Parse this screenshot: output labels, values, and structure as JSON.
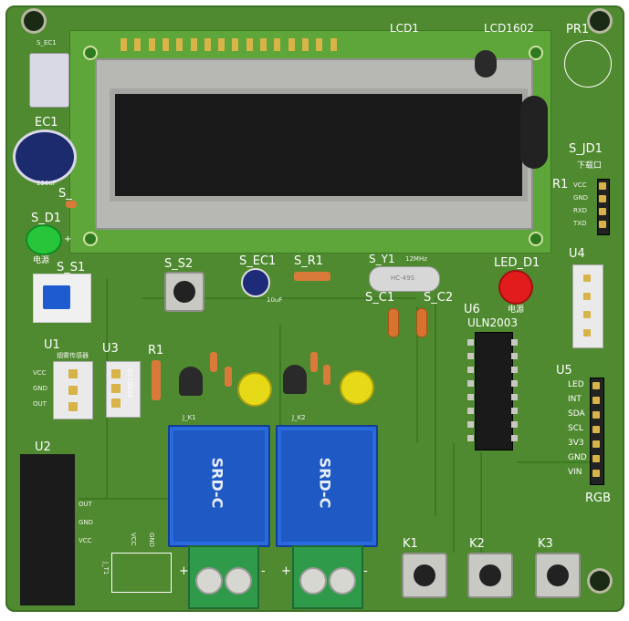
{
  "board": {
    "lcd": {
      "ref": "LCD1",
      "model": "LCD1602"
    },
    "pr1": "PR1",
    "s_ec1_top": "S_EC1",
    "ec1": {
      "ref": "EC1",
      "value": "220uF"
    },
    "s_r_small": "S_",
    "s_d1": "S_D1",
    "s_d1_note": "电源",
    "s_s1": "S_S1",
    "s_s2": "S_S2",
    "s_ec1": {
      "ref": "S_EC1",
      "value": "10uF"
    },
    "s_r1": "S_R1",
    "s_y1": {
      "ref": "S_Y1",
      "value": "12MHz",
      "marking": "HC-49S"
    },
    "s_c1": "S_C1",
    "s_c2": "S_C2",
    "led_d1": {
      "ref": "LED_D1",
      "note": "电源"
    },
    "s_jd1": {
      "ref": "S_JD1",
      "subtitle": "下载口",
      "pins": [
        "VCC",
        "GND",
        "RXD",
        "TXD"
      ]
    },
    "r1_top": "R1",
    "u4": "U4",
    "u6": {
      "ref": "U6",
      "model": "ULN2003"
    },
    "u1": {
      "ref": "U1",
      "subtitle": "烟雾传感器",
      "pins": [
        "VCC",
        "GND",
        "OUT"
      ]
    },
    "u3": {
      "ref": "U3",
      "marking": "DS18B20"
    },
    "r1_mid": "R1",
    "u5": {
      "ref": "U5",
      "pins": [
        "LED",
        "INT",
        "SDA",
        "SCL",
        "3V3",
        "GND",
        "VIN"
      ],
      "footer": "RGB"
    },
    "u2": "U2",
    "u2_pins": [
      "OUT",
      "GND",
      "VCC"
    ],
    "relays": [
      {
        "ref": "J_K1",
        "model": "SRD-C"
      },
      {
        "ref": "J_K2",
        "model": "SRD-C"
      }
    ],
    "relay_terminal_signs": [
      "+",
      "-",
      "+",
      "-"
    ],
    "bottom_pins": [
      "VCC",
      "GND"
    ],
    "bottom_label": "J_T1",
    "keys": [
      "K1",
      "K2",
      "K3"
    ]
  }
}
